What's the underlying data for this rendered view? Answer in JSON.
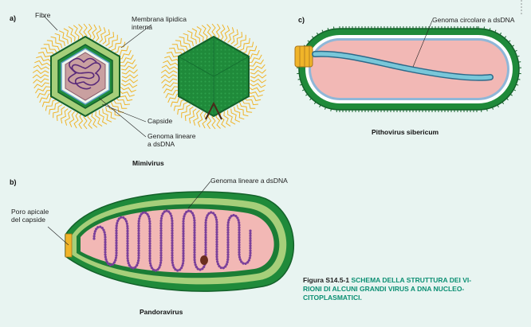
{
  "panels": {
    "a": "a)",
    "b": "b)",
    "c": "c)"
  },
  "labels": {
    "fibre": "Fibre",
    "membrana_line1": "Membrana lipidica",
    "membrana_line2": "interna",
    "capside": "Capside",
    "genoma_lineare_line1": "Genoma lineare",
    "genoma_lineare_line2": "a dsDNA",
    "genoma_circolare": "Genoma circolare a dsDNA",
    "genoma_lineare_b": "Genoma lineare a dsDNA",
    "poro_line1": "Poro apicale",
    "poro_line2": "del capside"
  },
  "titles": {
    "mimivirus": "Mimivirus",
    "pithovirus": "Pithovirus sibericum",
    "pandoravirus": "Pandoravirus"
  },
  "caption": {
    "figure_label": "Figura S14.5-1",
    "line1_text": "SCHEMA DELLA STRUTTURA DEI VI-",
    "line2": "RIONI DI ALCUNI GRANDI VIRUS A DNA NUCLEO-",
    "line3": "CITOPLASMATICI."
  },
  "colors": {
    "background": "#e8f4f1",
    "capsid_green": "#1f8a3a",
    "dark_green": "#14612a",
    "light_green": "#a6cf7a",
    "fibre_orange": "#f0b429",
    "interior_pink": "#f2b8b5",
    "dna_purple": "#7a3f9a",
    "caption_teal": "#0b8f73"
  }
}
